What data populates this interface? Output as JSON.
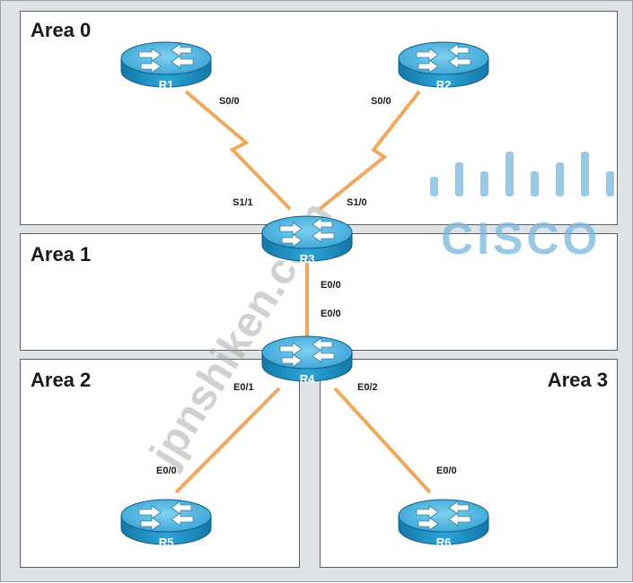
{
  "areas": {
    "area0": "Area 0",
    "area1": "Area 1",
    "area2": "Area 2",
    "area3": "Area 3"
  },
  "routers": {
    "r1": "R1",
    "r2": "R2",
    "r3": "R3",
    "r4": "R4",
    "r5": "R5",
    "r6": "R6"
  },
  "interfaces": {
    "r1_s00": "S0/0",
    "r2_s00": "S0/0",
    "r3_s11": "S1/1",
    "r3_s10": "S1/0",
    "r3_e00": "E0/0",
    "r4_e00": "E0/0",
    "r4_e01": "E0/1",
    "r4_e02": "E0/2",
    "r5_e00": "E0/0",
    "r6_e00": "E0/0"
  },
  "watermark": {
    "site": "jpnshiken.com",
    "brand": "CISCO"
  },
  "colors": {
    "router_body": "#1e95c8",
    "router_top": "#55b7e3",
    "link": "#f0a85c",
    "area_border": "#5a5f63",
    "cisco_brand": "#78b7de"
  }
}
